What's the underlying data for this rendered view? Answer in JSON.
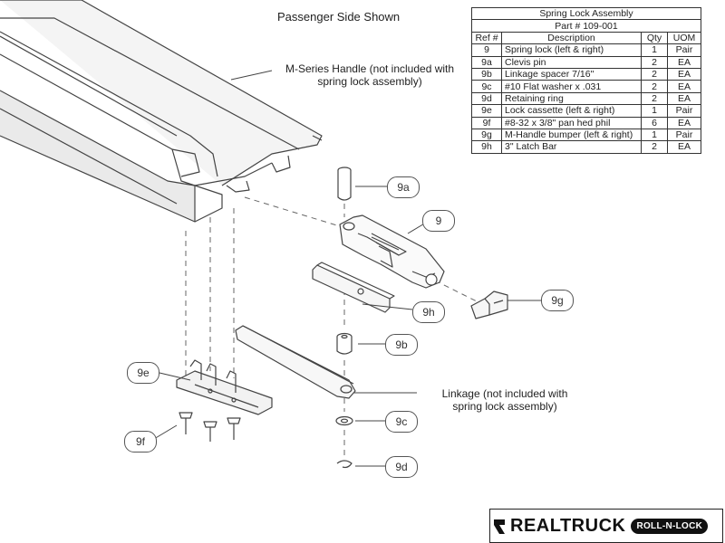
{
  "header": {
    "view_note": "Passenger Side Shown"
  },
  "labels": {
    "handle_line1": "M-Series Handle (not included with",
    "handle_line2": "spring lock assembly)",
    "linkage_line1": "Linkage (not included with",
    "linkage_line2": "spring lock assembly)"
  },
  "parts_table": {
    "title": "Spring Lock Assembly",
    "part_number": "Part # 109-001",
    "columns": [
      "Ref #",
      "Description",
      "Qty",
      "UOM"
    ],
    "rows": [
      [
        "9",
        "Spring lock (left & right)",
        "1",
        "Pair"
      ],
      [
        "9a",
        "Clevis pin",
        "2",
        "EA"
      ],
      [
        "9b",
        "Linkage spacer  7/16\"",
        "2",
        "EA"
      ],
      [
        "9c",
        "#10 Flat washer x .031",
        "2",
        "EA"
      ],
      [
        "9d",
        "Retaining ring",
        "2",
        "EA"
      ],
      [
        "9e",
        "Lock cassette (left & right)",
        "1",
        "Pair"
      ],
      [
        "9f",
        "#8-32 x 3/8\" pan hed phil",
        "6",
        "EA"
      ],
      [
        "9g",
        "M-Handle bumper (left & right)",
        "1",
        "Pair"
      ],
      [
        "9h",
        "3\" Latch Bar",
        "2",
        "EA"
      ]
    ]
  },
  "callouts": {
    "c9": "9",
    "c9a": "9a",
    "c9b": "9b",
    "c9c": "9c",
    "c9d": "9d",
    "c9e": "9e",
    "c9f": "9f",
    "c9g": "9g",
    "c9h": "9h"
  },
  "logo": {
    "brand": "REALTRUCK",
    "product": "ROLL-N-LOCK"
  }
}
